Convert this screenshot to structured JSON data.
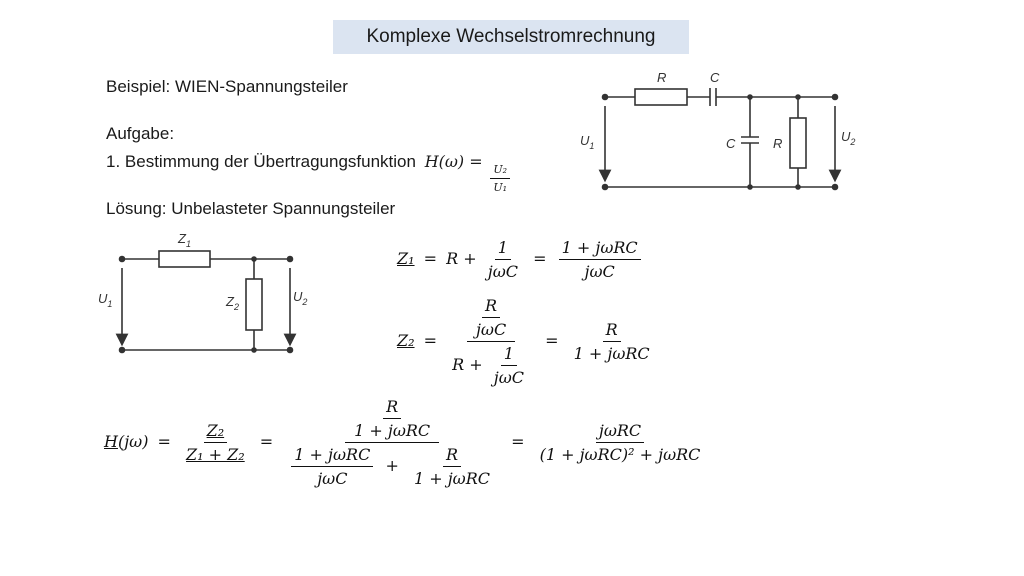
{
  "title": "Komplexe Wechselstromrechnung",
  "example": "Beispiel: WIEN-Spannungsteiler",
  "task_heading": "Aufgabe:",
  "task_item": "1. Bestimmung der Übertragungsfunktion",
  "task_formula": {
    "lhs": "H(ω) =",
    "num": "U₂",
    "den": "U₁"
  },
  "solution": "Lösung: Unbelasteter Spannungsteiler",
  "circuit_top": {
    "labels": {
      "r_series": "R",
      "c_series": "C",
      "c_shunt": "C",
      "r_shunt": "R",
      "u_in": "U",
      "u_in_sub": "1",
      "u_out": "U",
      "u_out_sub": "2"
    }
  },
  "circuit_bottom": {
    "labels": {
      "z1": "Z",
      "z1_sub": "1",
      "z2": "Z",
      "z2_sub": "2",
      "u_in": "U",
      "u_in_sub": "1",
      "u_out": "U",
      "u_out_sub": "2"
    }
  },
  "eq_z1": {
    "lhs": "Z₁",
    "eq": "=",
    "r_plus": "R +",
    "f1_num": "1",
    "f1_den": "jωC",
    "eq2": "=",
    "f2_num": "1 + jωRC",
    "f2_den": "jωC"
  },
  "eq_z2": {
    "lhs": "Z₂",
    "eq": "=",
    "in_num": "R",
    "in_den": "jωC",
    "den_r_plus": "R +",
    "den_f_num": "1",
    "den_f_den": "jωC",
    "eq2": "=",
    "f_num": "R",
    "f_den": "1 + jωRC"
  },
  "eq_h": {
    "lhs": "H",
    "lhs_arg": "(jω)",
    "eq": "=",
    "f1_num": "Z₂",
    "f1_den": "Z₁ + Z₂",
    "eq2": "=",
    "big_num_num": "R",
    "big_num_den": "1 + jωRC",
    "den_a_num": "1 + jωRC",
    "den_a_den": "jωC",
    "plus": "+",
    "den_b_num": "R",
    "den_b_den": "1 + jωRC",
    "eq3": "=",
    "f3_num": "jωRC",
    "f3_den": "(1 + jωRC)² + jωRC"
  }
}
